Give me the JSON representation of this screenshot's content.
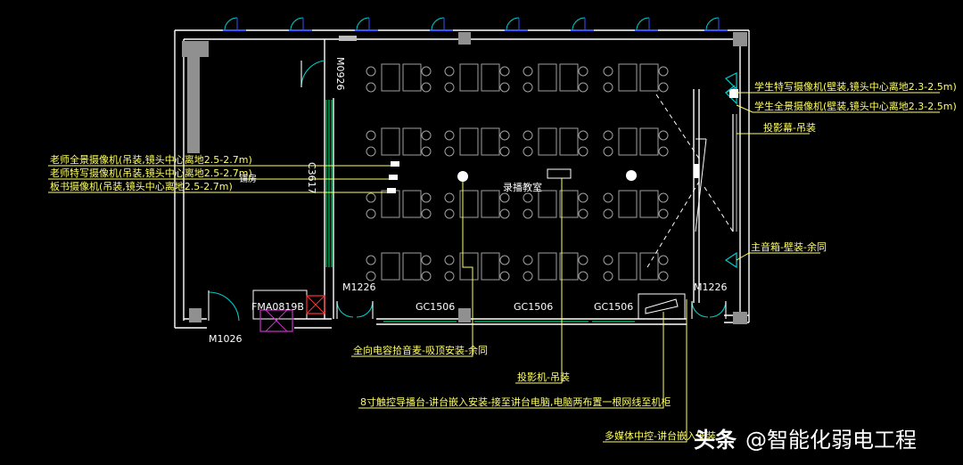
{
  "plan": {
    "room_name": "录播教室",
    "side_room": "铺房",
    "doors": {
      "top_inner": "M0926",
      "bottom_left": "M1026",
      "bottom_center_left": "M1226",
      "bottom_right": "M1226"
    },
    "windows": {
      "partition": "C3617",
      "gc1": "GC1506",
      "gc2": "GC1506",
      "gc3": "GC1506"
    },
    "cabinet_label": "FMA0819B"
  },
  "annotations": {
    "teacher_panorama_cam": "老师全景摄像机(吊装,镜头中心离地2.5-2.7m)",
    "teacher_closeup_cam": "老师特写摄像机(吊装,镜头中心离地2.5-2.7m)",
    "blackboard_cam": "板书摄像机(吊装,镜头中心离地2.5-2.7m)",
    "student_closeup_cam": "学生特写摄像机(壁装,镜头中心离地2.3-2.5m)",
    "student_panorama_cam": "学生全景摄像机(壁装,镜头中心离地2.3-2.5m)",
    "projection_screen": "投影幕-吊装",
    "main_speaker": "主音箱-壁装-余同",
    "mic": "全向电容拾音麦-吸顶安装-余同",
    "projector": "投影机-吊装",
    "director_console": "8寸触控导播台-讲台嵌入安装-接至讲台电脑,电脑两布置一根网线至机柜",
    "av_controller": "多媒体中控-讲台嵌入安装"
  },
  "watermark": {
    "brand": "头条",
    "account": "@智能化弱电工程"
  },
  "colors": {
    "wall": "#ffffff",
    "window": "#00cc66",
    "door_arc": "#00cccc",
    "furniture": "#a0a0a0",
    "leader": "#ffff66",
    "note_text": "#ffff66",
    "wall_fill": "#909090"
  }
}
